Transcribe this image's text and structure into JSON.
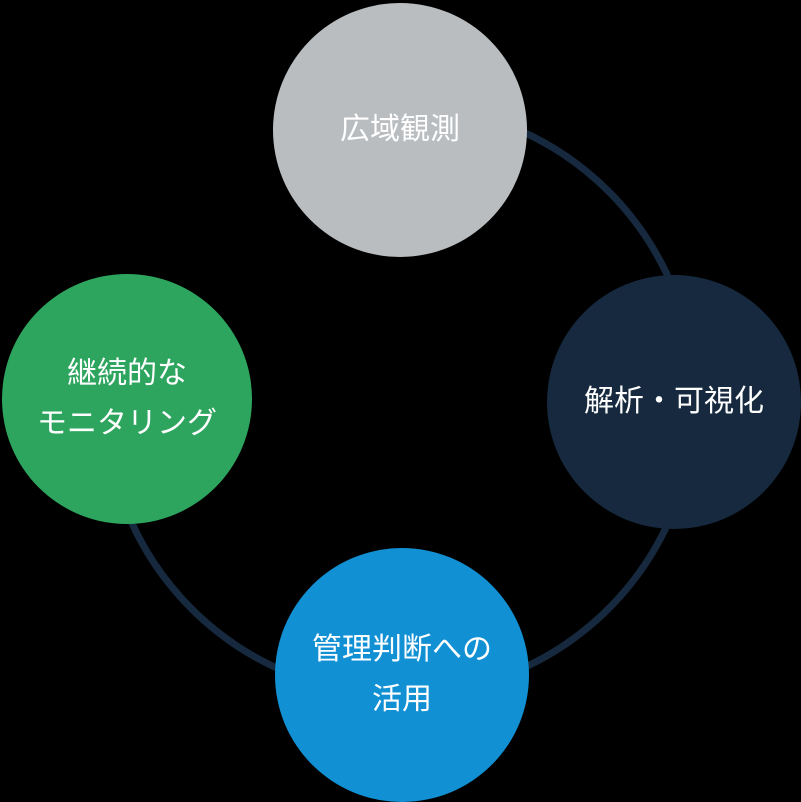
{
  "diagram": {
    "background_color": "#000000",
    "text_color": "#ffffff",
    "ring": {
      "color": "#16293e",
      "stroke_width": 7
    },
    "nodes": [
      {
        "id": "wide-area-observation",
        "position": "top",
        "color": "#b9bdc0",
        "lines": [
          "広域観測"
        ]
      },
      {
        "id": "analysis-visualization",
        "position": "right",
        "color": "#16293e",
        "lines": [
          "解析・可視化"
        ]
      },
      {
        "id": "management-decision-use",
        "position": "bottom",
        "color": "#1190d4",
        "lines": [
          "管理判断への",
          "活用"
        ]
      },
      {
        "id": "continuous-monitoring",
        "position": "left",
        "color": "#2ea55e",
        "lines": [
          "継続的な",
          "モニタリング"
        ]
      }
    ]
  }
}
